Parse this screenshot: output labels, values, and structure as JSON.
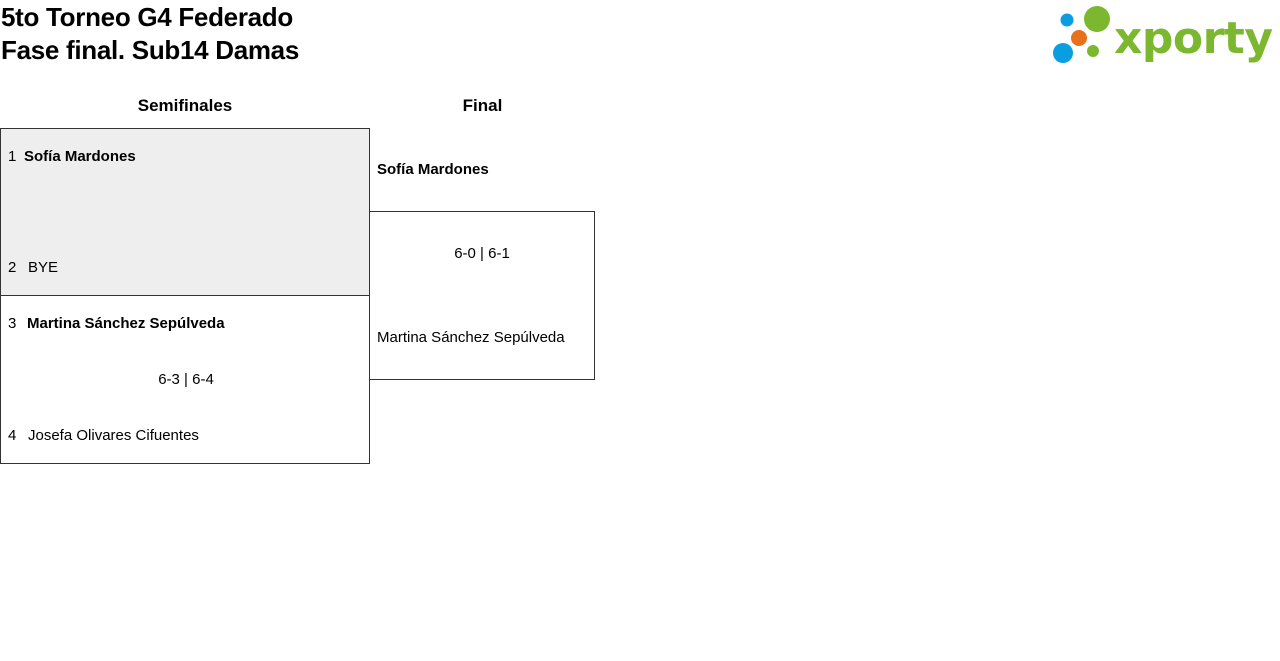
{
  "header": {
    "title_line1": "5to Torneo G4 Federado",
    "title_line2": "Fase final. Sub14 Damas"
  },
  "logo": {
    "text": "xporty",
    "colors": {
      "green": "#7cb82f",
      "blue": "#0a9ee0",
      "orange": "#e8701a"
    }
  },
  "rounds": {
    "semifinal_label": "Semifinales",
    "final_label": "Final"
  },
  "semifinals": [
    {
      "top": {
        "seed": "1",
        "name": "Sofía Mardones",
        "winner": true
      },
      "bottom": {
        "seed": "2",
        "name": "BYE",
        "winner": false
      },
      "score": ""
    },
    {
      "top": {
        "seed": "3",
        "name": "Martina Sánchez Sepúlveda",
        "winner": true
      },
      "bottom": {
        "seed": "4",
        "name": "Josefa Olivares Cifuentes",
        "winner": false
      },
      "score": "6-3 | 6-4"
    }
  ],
  "final": {
    "top": {
      "name": "Sofía Mardones",
      "winner": true
    },
    "bottom": {
      "name": "Martina Sánchez Sepúlveda",
      "winner": false
    },
    "score": "6-0 | 6-1"
  }
}
